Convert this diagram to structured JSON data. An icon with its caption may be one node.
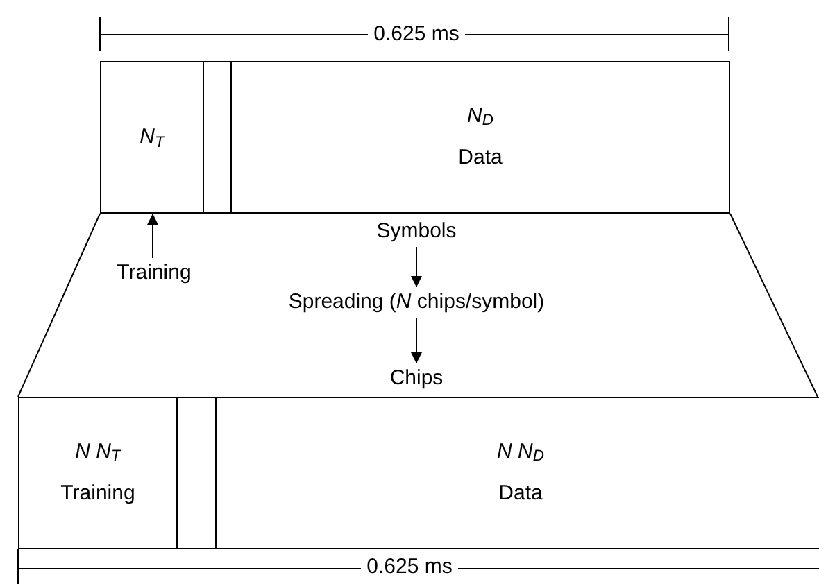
{
  "diagram": {
    "nodes": [
      {
        "text": [
          "N$_{T}$"
        ]
      },
      {
        "text": [],
        "shape": "box"
      },
      {
        "text": [
          "N$_{D}$",
          "Data"
        ]
      },
      {
        "text": [
          "Training"
        ]
      },
      {
        "text": [
          "Symbols"
        ]
      },
      {
        "text": [
          "Spreading (*N* chips/symbol)"
        ]
      },
      {
        "text": [
          "Chips"
        ]
      },
      {
        "text": [
          "N N$_{T}$",
          "Training"
        ]
      },
      {
        "text": [],
        "shape": "box"
      },
      {
        "text": [
          "N N$_{D}$",
          "Data"
        ]
      }
    ],
    "edges": [
      {
        "from": 3,
        "to": 0,
        "arrow": "to"
      },
      {
        "from": 4,
        "to": 5,
        "arrow": "to"
      },
      {
        "from": 5,
        "to": 6,
        "arrow": "to"
      },
      {
        "from": 0,
        "to": 7,
        "arrow": "none"
      },
      {
        "from": 2,
        "to": 9,
        "arrow": "none"
      }
    ],
    "labels": [
      "0.625 ms",
      "0.625 ms"
    ]
  }
}
